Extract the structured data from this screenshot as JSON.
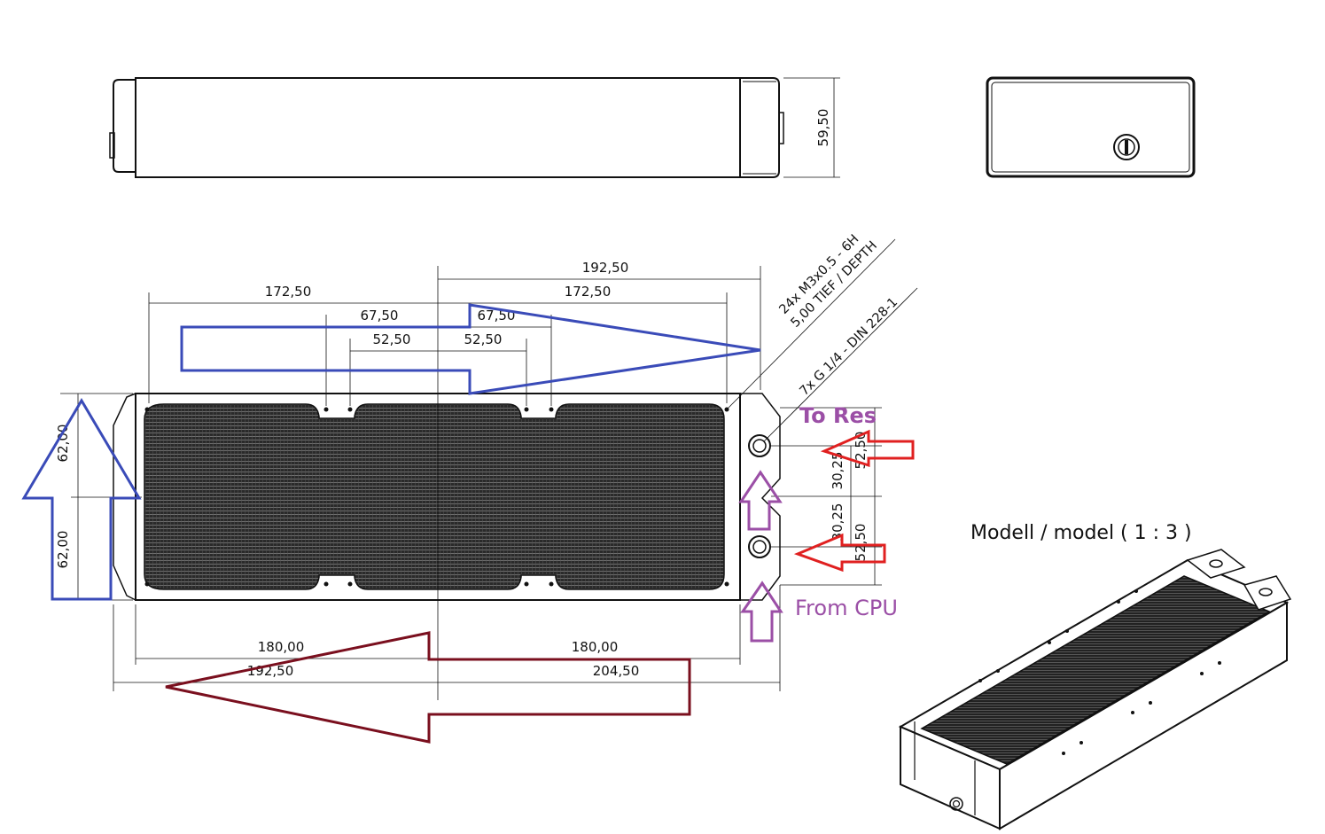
{
  "dimensions": {
    "side_height": "59,50",
    "top_192_50": "192,50",
    "top_172_50_left": "172,50",
    "top_172_50_right": "172,50",
    "top_67_50_left": "67,50",
    "top_67_50_right": "67,50",
    "top_52_50_left": "52,50",
    "top_52_50_right": "52,50",
    "left_62_00_top": "62,00",
    "left_62_00_bottom": "62,00",
    "port_52_50_top": "52,50",
    "port_30_25_top": "30,25",
    "port_30_25_bottom": "30,25",
    "port_52_50_bottom": "52,50",
    "bottom_180_00_left": "180,00",
    "bottom_180_00_right": "180,00",
    "bottom_192_50": "192,50",
    "bottom_204_50": "204,50"
  },
  "notes": {
    "thread_line1": "24x M3x0.5 - 6H",
    "thread_line2": "5,00 TIEF / DEPTH",
    "port_note": "7x G 1/4 - DIN 228-1"
  },
  "annotations": {
    "to_res": "To Res",
    "from_cpu": "From CPU",
    "model_label": "Modell / model ( 1 : 3 )"
  },
  "colors": {
    "blue_arrow": "#3a4bb8",
    "maroon_arrow": "#7a0f1e",
    "red_arrow": "#e02020",
    "purple": "#9b4fa6"
  }
}
